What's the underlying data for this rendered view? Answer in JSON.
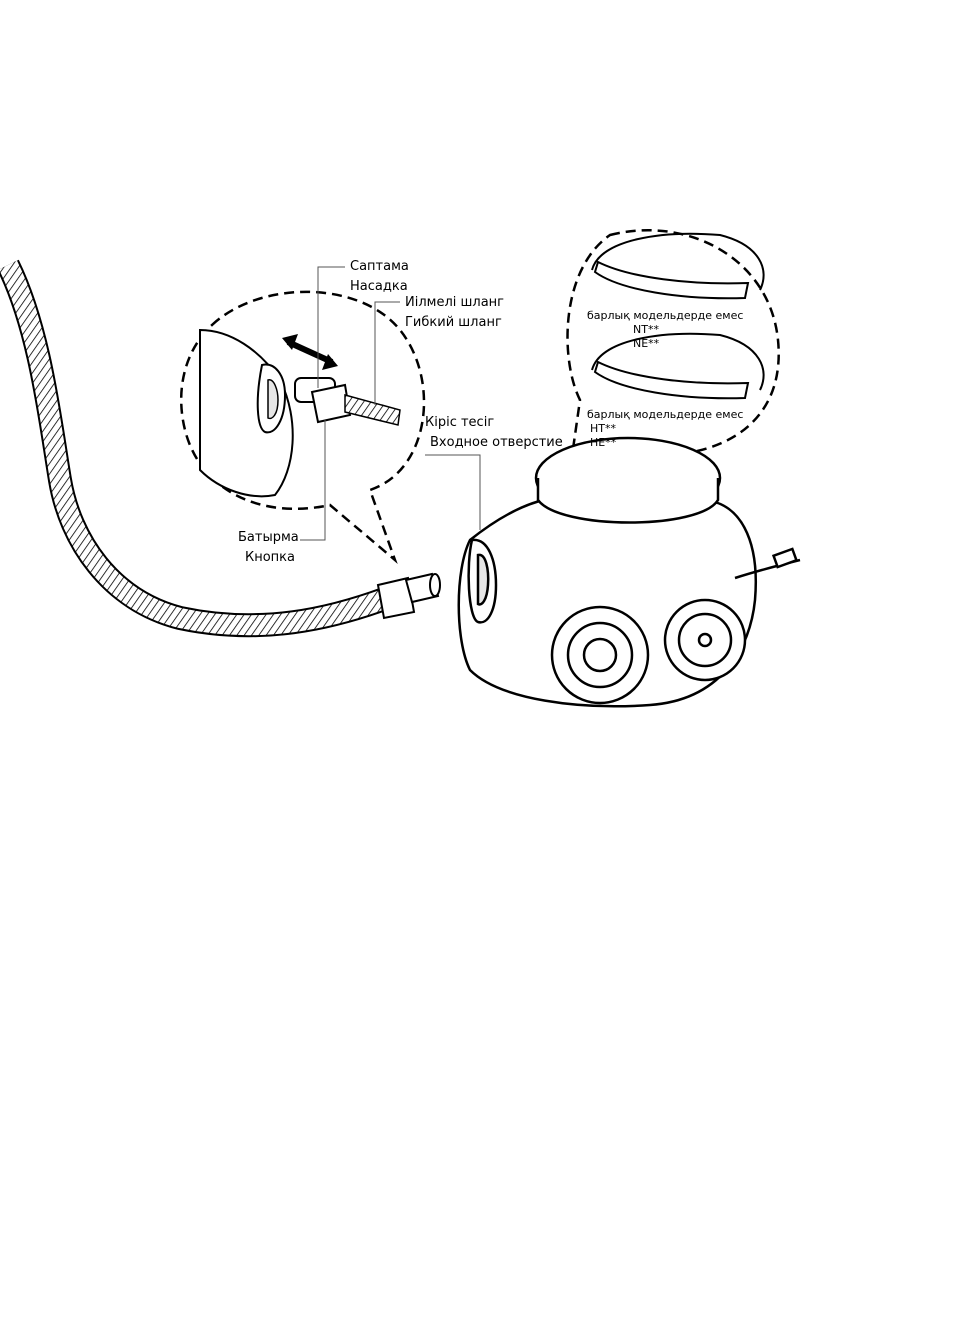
{
  "labels": {
    "nozzle_kz": "Саптама",
    "nozzle_ru": "Насадка",
    "hose_kz": "Иілмелі  шланг",
    "hose_ru": "Гибкий шланг",
    "button_kz": "Батырма",
    "button_ru": "Кнопка",
    "inlet_kz": "Кіріс  тесіг",
    "inlet_ru": "Входное отверстие",
    "not_all_models_1": "барлық  модельдерде  емес",
    "model_nt": "NT**",
    "model_ne": "NE**",
    "not_all_models_2": "барлық  модельдерде  емес",
    "model_ht": "HT**",
    "model_he": "HE**"
  },
  "colors": {
    "line": "#000000",
    "leader": "#555555",
    "fill": "#ffffff",
    "shade": "#e6e6e6"
  }
}
